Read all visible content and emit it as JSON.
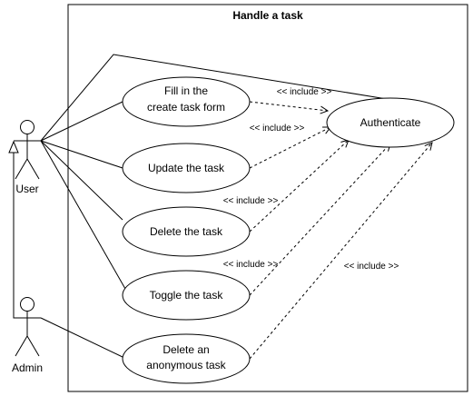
{
  "diagram": {
    "type": "use-case",
    "boundary_title": "Handle a task",
    "colors": {
      "stroke": "#000000",
      "fill": "#ffffff",
      "text": "#000000"
    },
    "actors": [
      {
        "id": "user",
        "label": "User"
      },
      {
        "id": "admin",
        "label": "Admin"
      }
    ],
    "generalization": {
      "from": "admin",
      "to": "user"
    },
    "use_cases": [
      {
        "id": "fill",
        "lines": [
          "Fill in the",
          "create task form"
        ]
      },
      {
        "id": "update",
        "lines": [
          "Update the task"
        ]
      },
      {
        "id": "delete",
        "lines": [
          "Delete the task"
        ]
      },
      {
        "id": "toggle",
        "lines": [
          "Toggle the task"
        ]
      },
      {
        "id": "delete_anon",
        "lines": [
          "Delete an",
          "anonymous task"
        ]
      },
      {
        "id": "auth",
        "lines": [
          "Authenticate"
        ]
      }
    ],
    "associations": [
      {
        "actor": "user",
        "use_case": "fill"
      },
      {
        "actor": "user",
        "use_case": "update"
      },
      {
        "actor": "user",
        "use_case": "delete"
      },
      {
        "actor": "user",
        "use_case": "toggle"
      },
      {
        "actor": "user",
        "use_case": "auth"
      },
      {
        "actor": "admin",
        "use_case": "delete_anon"
      }
    ],
    "include_label": "<< include >>",
    "includes": [
      {
        "from": "fill",
        "to": "auth"
      },
      {
        "from": "update",
        "to": "auth"
      },
      {
        "from": "delete",
        "to": "auth"
      },
      {
        "from": "toggle",
        "to": "auth"
      },
      {
        "from": "delete_anon",
        "to": "auth"
      }
    ]
  }
}
